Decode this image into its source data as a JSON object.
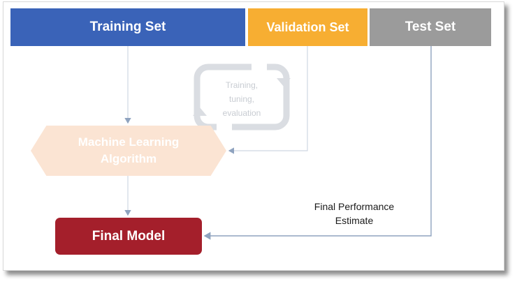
{
  "sets": {
    "training": {
      "label": "Training Set",
      "color": "#3A63B8"
    },
    "validation": {
      "label": "Validation Set",
      "color": "#F7AE32"
    },
    "test": {
      "label": "Test Set",
      "color": "#9B9B9B"
    }
  },
  "cycle": {
    "lines": [
      "Training,",
      "tuning,",
      "evaluation"
    ],
    "color": "#DADDE2"
  },
  "algorithm": {
    "lines": [
      "Machine Learning",
      "Algorithm"
    ],
    "color": "#FBE4D3"
  },
  "final_model": {
    "label": "Final Model",
    "color": "#A41F2B"
  },
  "final_performance": {
    "lines": [
      "Final Performance",
      "Estimate"
    ]
  },
  "connector_color": "#8FA3BF"
}
